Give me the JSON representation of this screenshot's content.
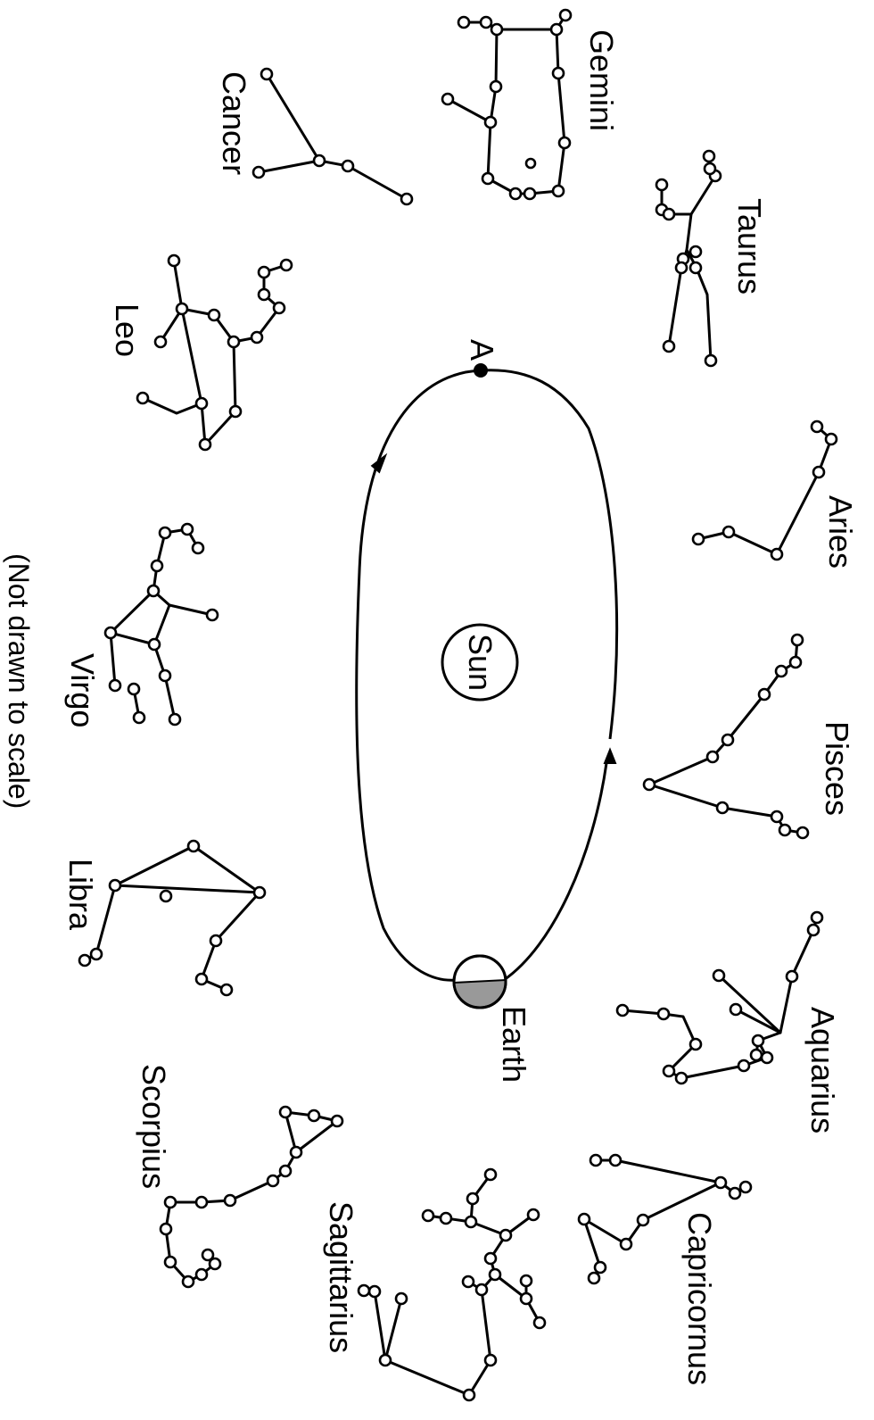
{
  "diagram": {
    "sun_label": "Sun",
    "earth_label": "Earth",
    "point_label": "A",
    "note": "(Not drawn to scale)",
    "constellations": [
      {
        "id": "gemini",
        "label": "Gemini"
      },
      {
        "id": "cancer",
        "label": "Cancer"
      },
      {
        "id": "taurus",
        "label": "Taurus"
      },
      {
        "id": "leo",
        "label": "Leo"
      },
      {
        "id": "aries",
        "label": "Aries"
      },
      {
        "id": "virgo",
        "label": "Virgo"
      },
      {
        "id": "pisces",
        "label": "Pisces"
      },
      {
        "id": "libra",
        "label": "Libra"
      },
      {
        "id": "aquarius",
        "label": "Aquarius"
      },
      {
        "id": "scorpius",
        "label": "Scorpius"
      },
      {
        "id": "capricornus",
        "label": "Capricornus"
      },
      {
        "id": "sagittarius",
        "label": "Sagittarius"
      }
    ]
  }
}
